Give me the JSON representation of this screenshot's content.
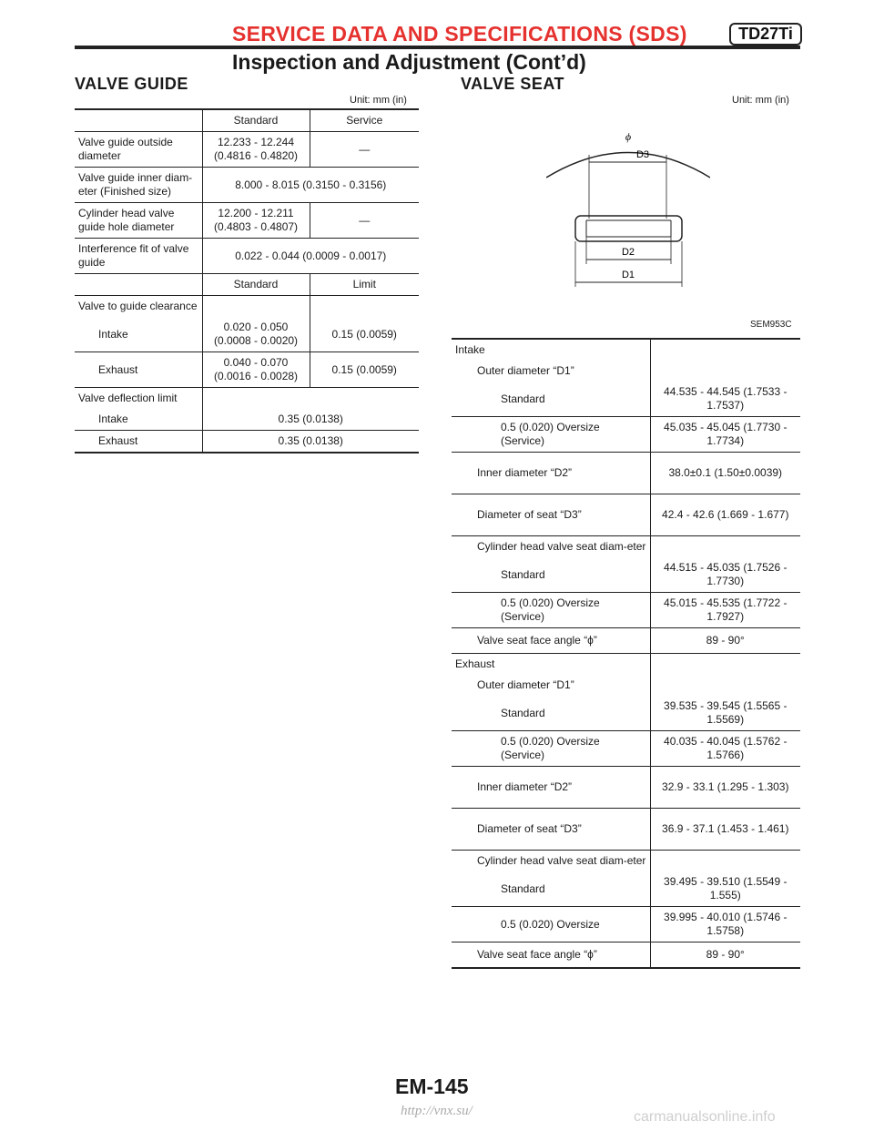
{
  "header": {
    "title": "SERVICE DATA AND SPECIFICATIONS (SDS)",
    "badge": "TD27Ti",
    "subtitle": "Inspection and Adjustment (Cont’d)"
  },
  "valve_guide": {
    "title": "VALVE GUIDE",
    "unit": "Unit: mm (in)",
    "col1_head": "Standard",
    "col2_head": "Service",
    "rows": [
      {
        "label": "Valve guide outside diameter",
        "standard": "12.233 - 12.244 (0.4816 - 0.4820)",
        "service": "—"
      },
      {
        "label": "Valve guide inner diam-eter (Finished size)",
        "value": "8.000 - 8.015 (0.3150 - 0.3156)"
      },
      {
        "label": "Cylinder head valve guide hole diameter",
        "standard": "12.200 - 12.211 (0.4803 - 0.4807)",
        "service": "—"
      },
      {
        "label": "Interference fit of valve guide",
        "value": "0.022 - 0.044 (0.0009 - 0.0017)"
      }
    ],
    "col1_head_b": "Standard",
    "col2_head_b": "Limit",
    "clearance": {
      "label": "Valve to guide clearance",
      "intake": {
        "label": "Intake",
        "standard": "0.020 - 0.050 (0.0008 - 0.0020)",
        "limit": "0.15 (0.0059)"
      },
      "exhaust": {
        "label": "Exhaust",
        "standard": "0.040 - 0.070 (0.0016 - 0.0028)",
        "limit": "0.15 (0.0059)"
      }
    },
    "deflection": {
      "label": "Valve deflection limit",
      "intake": {
        "label": "Intake",
        "value": "0.35 (0.0138)"
      },
      "exhaust": {
        "label": "Exhaust",
        "value": "0.35 (0.0138)"
      }
    }
  },
  "valve_seat": {
    "title": "VALVE SEAT",
    "unit": "Unit: mm (in)",
    "figure": {
      "phi": "ϕ",
      "d3": "D3",
      "d2": "D2",
      "d1": "D1",
      "code": "SEM953C"
    },
    "intake": {
      "label": "Intake",
      "outer_label": "Outer diameter “D1”",
      "standard_label": "Standard",
      "standard": "44.535 - 44.545 (1.7533 - 1.7537)",
      "oversize_label": "0.5 (0.020) Oversize (Service)",
      "oversize": "45.035 - 45.045 (1.7730 - 1.7734)",
      "inner_label": "Inner diameter “D2”",
      "inner": "38.0±0.1 (1.50±0.0039)",
      "seat_label": "Diameter of seat “D3”",
      "seat": "42.4 - 42.6 (1.669 - 1.677)",
      "head_label": "Cylinder head valve seat diam-eter",
      "head_standard_label": "Standard",
      "head_standard": "44.515 - 45.035 (1.7526 - 1.7730)",
      "head_oversize_label": "0.5 (0.020) Oversize (Service)",
      "head_oversize": "45.015 - 45.535 (1.7722 - 1.7927)",
      "angle_label": "Valve seat face angle “ϕ”",
      "angle": "89 - 90°"
    },
    "exhaust": {
      "label": "Exhaust",
      "outer_label": "Outer diameter “D1”",
      "standard_label": "Standard",
      "standard": "39.535 - 39.545 (1.5565 - 1.5569)",
      "oversize_label": "0.5 (0.020) Oversize (Service)",
      "oversize": "40.035 - 40.045 (1.5762 - 1.5766)",
      "inner_label": "Inner diameter “D2”",
      "inner": "32.9 - 33.1 (1.295 - 1.303)",
      "seat_label": "Diameter of seat “D3”",
      "seat": "36.9 - 37.1 (1.453 - 1.461)",
      "head_label": "Cylinder head valve seat diam-eter",
      "head_standard_label": "Standard",
      "head_standard": "39.495 - 39.510 (1.5549 - 1.555)",
      "head_oversize_label": "0.5 (0.020) Oversize",
      "head_oversize": "39.995 - 40.010 (1.5746 - 1.5758)",
      "angle_label": "Valve seat face angle “ϕ”",
      "angle": "89 - 90°"
    }
  },
  "footer": {
    "page": "EM-145",
    "url": "http://vnx.su/",
    "watermark": "carmanualsonline.info"
  }
}
